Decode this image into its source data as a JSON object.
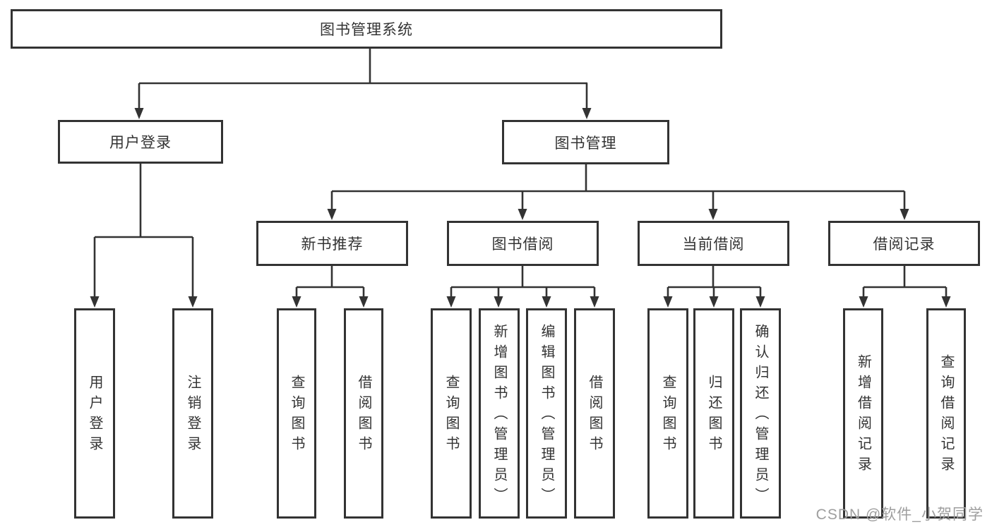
{
  "diagram": {
    "root": {
      "label": "图书管理系统"
    },
    "level2": [
      {
        "label": "用户登录",
        "children": [
          {
            "label": "用户登录"
          },
          {
            "label": "注销登录"
          }
        ]
      },
      {
        "label": "图书管理",
        "children": [
          {
            "label": "新书推荐",
            "children": [
              {
                "label": "查询图书"
              },
              {
                "label": "借阅图书"
              }
            ]
          },
          {
            "label": "图书借阅",
            "children": [
              {
                "label": "查询图书"
              },
              {
                "label": "新增图书（管理员）"
              },
              {
                "label": "编辑图书（管理员）"
              },
              {
                "label": "借阅图书"
              }
            ]
          },
          {
            "label": "当前借阅",
            "children": [
              {
                "label": "查询图书"
              },
              {
                "label": "归还图书"
              },
              {
                "label": "确认归还（管理员）"
              }
            ]
          },
          {
            "label": "借阅记录",
            "children": [
              {
                "label": "新增借阅记录"
              },
              {
                "label": "查询借阅记录"
              }
            ]
          }
        ]
      }
    ]
  },
  "watermark": {
    "text": "CSDN @软件_小贺同学"
  },
  "colors": {
    "line": "#333333",
    "text": "#333333",
    "watermark": "#9e9e9e",
    "bg": "#ffffff"
  }
}
